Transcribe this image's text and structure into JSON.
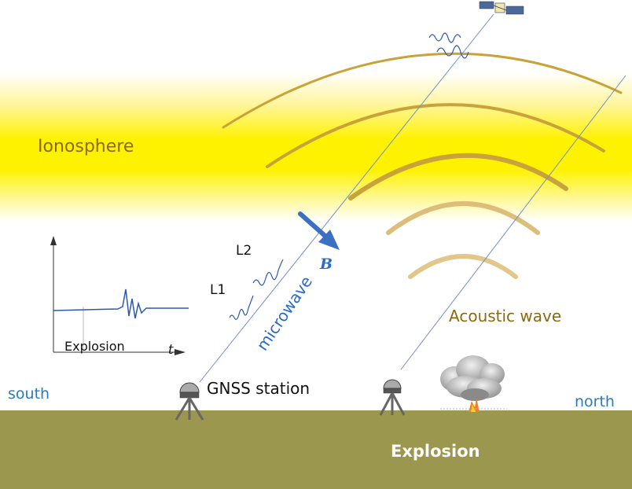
{
  "labels": {
    "ionosphere": "Ionosphere",
    "south": "south",
    "north": "north",
    "gnss_station": "GNSS station",
    "acoustic_wave": "Acoustic wave",
    "explosion_ground": "Explosion",
    "microwave": "microwave",
    "l1": "L1",
    "l2": "L2",
    "magnetic_field": "B"
  },
  "inset_plot": {
    "x_label": "Explosion",
    "t_label": "t"
  },
  "colors": {
    "ground": "#9b974e",
    "ionosphere": "#fff200",
    "wavefront": "#c9a23a",
    "arrow": "#3a6fc4",
    "signal_line": "#2a5aa8"
  }
}
